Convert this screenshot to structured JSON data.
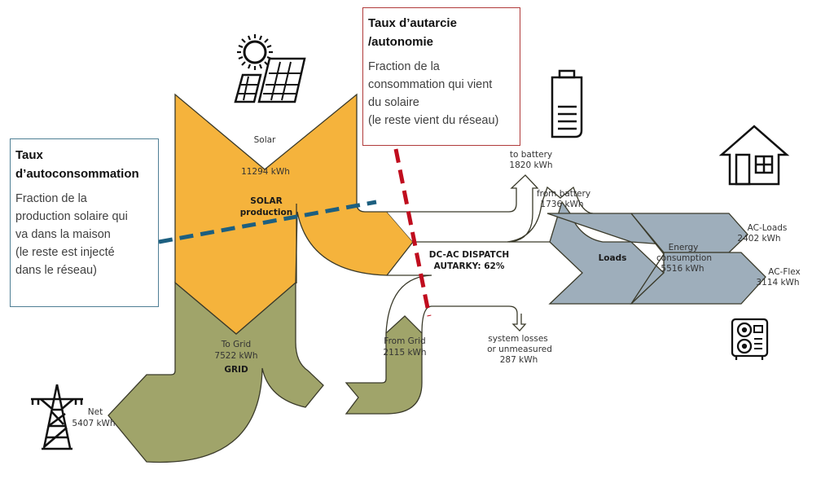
{
  "colors": {
    "solar": "#f5b33c",
    "grid": "#a0a46a",
    "loads": "#9eaebb",
    "outline": "#3a3a2a",
    "autoconso_line": "#1c5f80",
    "autarky_line": "#c00d1e"
  },
  "callouts": {
    "autoconsommation": {
      "title": "Taux d’autoconsommation",
      "body_lines": [
        "Fraction de la",
        "production solaire qui",
        "va dans la maison",
        "(le reste est injecté",
        "dans le réseau)"
      ]
    },
    "autarcie": {
      "title_lines": [
        "Taux d’autarcie",
        "/autonomie"
      ],
      "body_lines": [
        "Fraction de la",
        "consommation qui vient",
        "du solaire",
        "(le reste vient du réseau)"
      ]
    }
  },
  "nodes": {
    "solar": {
      "label": "Solar",
      "value": "11294 kWh",
      "name_lines": [
        "SOLAR",
        "production"
      ]
    },
    "grid": {
      "to_label": "To Grid",
      "to_value": "7522 kWh",
      "name": "GRID"
    },
    "net": {
      "label": "Net",
      "value": "5407 kWh"
    },
    "from_grid": {
      "label": "From Grid",
      "value": "2115 kWh"
    },
    "dispatch": {
      "name": "DC-AC DISPATCH",
      "autarky": "AUTARKY: 62%"
    },
    "to_battery": {
      "label": "to battery",
      "value": "1820 kWh"
    },
    "from_battery": {
      "label": "from battery",
      "value": "1736 kWh"
    },
    "losses": {
      "label_lines": [
        "system losses",
        "or unmeasured"
      ],
      "value": "287 kWh"
    },
    "loads": {
      "name": "Loads"
    },
    "energy_consumption": {
      "label_lines": [
        "Energy",
        "consumption"
      ],
      "value": "5516 kWh"
    },
    "ac_loads": {
      "label": "AC-Loads",
      "value": "2402 kWh"
    },
    "ac_flex": {
      "label": "AC-Flex",
      "value": "3114 kWh"
    }
  },
  "icons": [
    "sun-solar-panel-icon",
    "battery-icon",
    "house-icon",
    "heat-pump-icon",
    "pylon-icon"
  ]
}
